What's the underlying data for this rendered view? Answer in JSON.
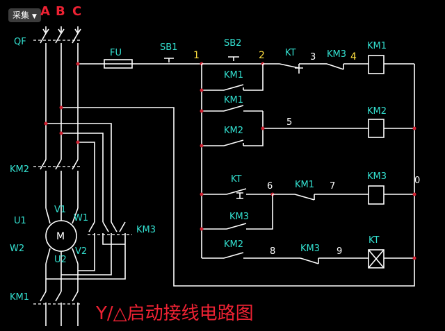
{
  "toolbar": {
    "collect_label": "采集",
    "collect_icon": "chevron-down-icon"
  },
  "phases": [
    "A",
    "B",
    "C"
  ],
  "labels": {
    "qf": "QF",
    "fu": "FU",
    "sb1": "SB1",
    "sb2": "SB2",
    "km1_coil_contact": "KM1",
    "km1_hold": "KM1",
    "km1_mid": "KM1",
    "km2_contact": "KM2",
    "km2_aux": "KM2",
    "kt_top": "KT",
    "km3_top": "KM3",
    "kt_row3": "KT",
    "km3_row3": "KM3",
    "km1_row3": "KM1",
    "km3_row4": "KM3",
    "coil_km1": "KM1",
    "coil_km2": "KM2",
    "coil_km3": "KM3",
    "coil_kt": "KT",
    "km2_power": "KM2",
    "km3_power": "KM3",
    "km1_power": "KM1",
    "motor": "M",
    "u1": "U1",
    "v1": "V1",
    "w1": "W1",
    "w2": "W2",
    "u2": "U2",
    "v2": "V2"
  },
  "nodes": {
    "n1": "1",
    "n2": "2",
    "n3": "3",
    "n4": "4",
    "n5": "5",
    "n6": "6",
    "n7": "7",
    "n8": "8",
    "n9": "9",
    "n0": "0"
  },
  "title": "Y/△启动接线电路图"
}
